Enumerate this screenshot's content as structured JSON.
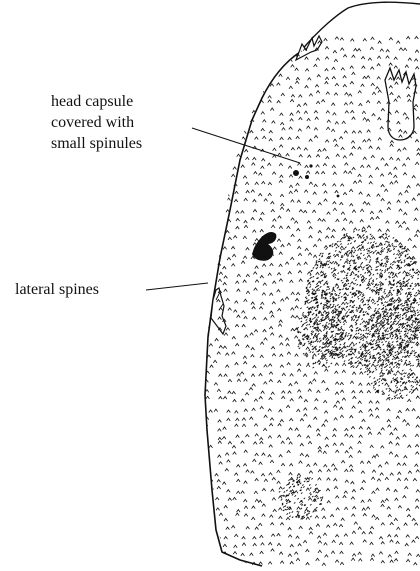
{
  "annotations": {
    "head_capsule": {
      "lines": [
        "head capsule",
        "covered with",
        "small spinules"
      ]
    },
    "lateral_spines": {
      "text": "lateral spines"
    }
  },
  "colors": {
    "ink": "#111111",
    "background": "#ffffff"
  }
}
